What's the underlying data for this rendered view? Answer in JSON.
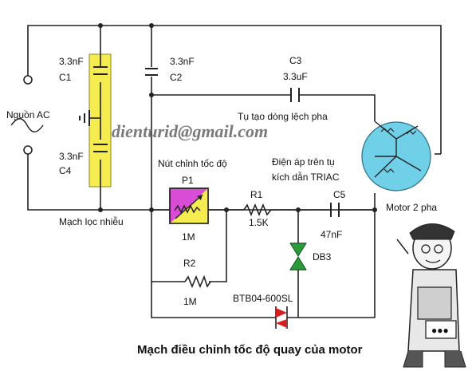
{
  "watermark": "dienturid@gmail.com",
  "source": {
    "label": "Nguồn AC"
  },
  "filter": {
    "label": "Mạch lọc nhiễu",
    "c1": {
      "value": "3.3nF",
      "name": "C1"
    },
    "c2": {
      "value": "3.3nF",
      "name": "C2"
    },
    "c4": {
      "value": "3.3nF",
      "name": "C4"
    }
  },
  "c3": {
    "name": "C3",
    "value": "3.3uF",
    "note": "Tụ tạo dòng lệch pha"
  },
  "pot": {
    "label": "Nút chỉnh tốc độ",
    "name": "P1",
    "value": "1M"
  },
  "r1": {
    "name": "R1",
    "value": "1.5K"
  },
  "r2": {
    "name": "R2",
    "value": "1M"
  },
  "trigger_note": [
    "Điện áp trên tụ",
    "kích dẫn TRIAC"
  ],
  "c5": {
    "name": "C5",
    "value": "47nF"
  },
  "diac": {
    "name": "DB3"
  },
  "triac": {
    "name": "BTB04-600SL"
  },
  "motor": {
    "label": "Motor 2 pha"
  },
  "caption": "Mạch điều chỉnh tốc độ quay của motor",
  "colors": {
    "filter_box": "#f5ec4f",
    "pot_box": "#d84cd6",
    "motor": "#6fd0e8",
    "diode": "#2a9a3a",
    "triac": "#d61e1e"
  }
}
